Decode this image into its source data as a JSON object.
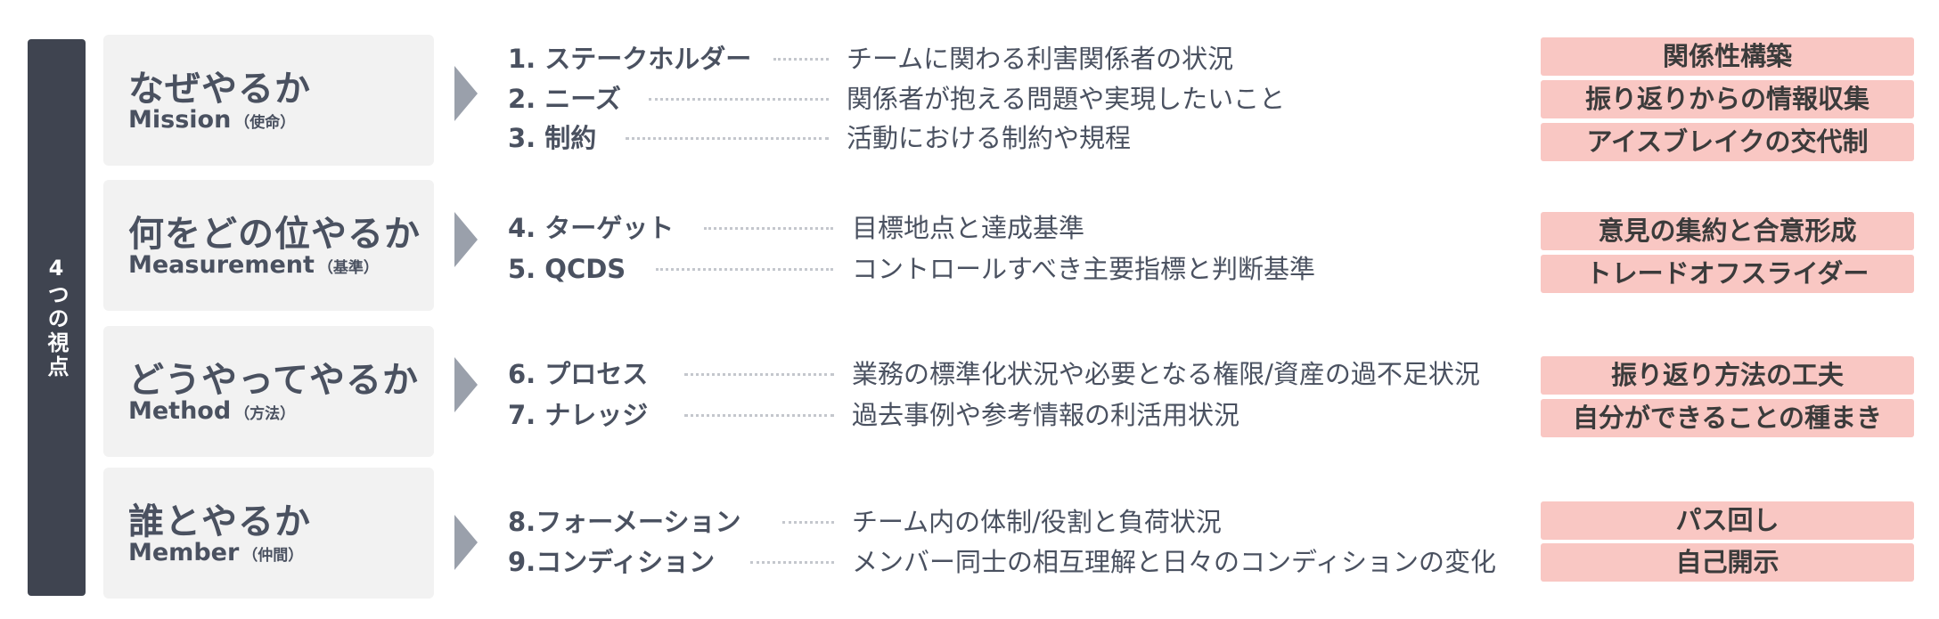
{
  "sidebar": {
    "label": "4つの視点"
  },
  "rows": [
    {
      "title": "なぜやるか",
      "subtitle": "Mission",
      "subtitle_note": "（使命）",
      "items": [
        {
          "label": "1. ステークホルダー",
          "desc": "チームに関わる利害関係者の状況"
        },
        {
          "label": "2. ニーズ",
          "desc": "関係者が抱える問題や実現したいこと"
        },
        {
          "label": "3. 制約",
          "desc": "活動における制約や規程"
        }
      ],
      "tags": [
        "関係性構築",
        "振り返りからの情報収集",
        "アイスブレイクの交代制"
      ]
    },
    {
      "title": "何をどの位やるか",
      "subtitle": "Measurement",
      "subtitle_note": "（基準）",
      "items": [
        {
          "label": "4. ターゲット",
          "desc": "目標地点と達成基準"
        },
        {
          "label": "5. QCDS",
          "desc": "コントロールすべき主要指標と判断基準"
        }
      ],
      "tags": [
        "意見の集約と合意形成",
        "トレードオフスライダー"
      ]
    },
    {
      "title": "どうやってやるか",
      "subtitle": "Method",
      "subtitle_note": "（方法）",
      "items": [
        {
          "label": "6. プロセス",
          "desc": "業務の標準化状況や必要となる権限/資産の過不足状況"
        },
        {
          "label": "7. ナレッジ",
          "desc": "過去事例や参考情報の利活用状況"
        }
      ],
      "tags": [
        "振り返り方法の工夫",
        "自分ができることの種まき"
      ]
    },
    {
      "title": "誰とやるか",
      "subtitle": "Member",
      "subtitle_note": "（仲間）",
      "items": [
        {
          "label": "8.フォーメーション",
          "desc": "チーム内の体制/役割と負荷状況"
        },
        {
          "label": "9.コンディション",
          "desc": "メンバー同士の相互理解と日々のコンディションの変化"
        }
      ],
      "tags": [
        "パス回し",
        "自己開示"
      ]
    }
  ]
}
